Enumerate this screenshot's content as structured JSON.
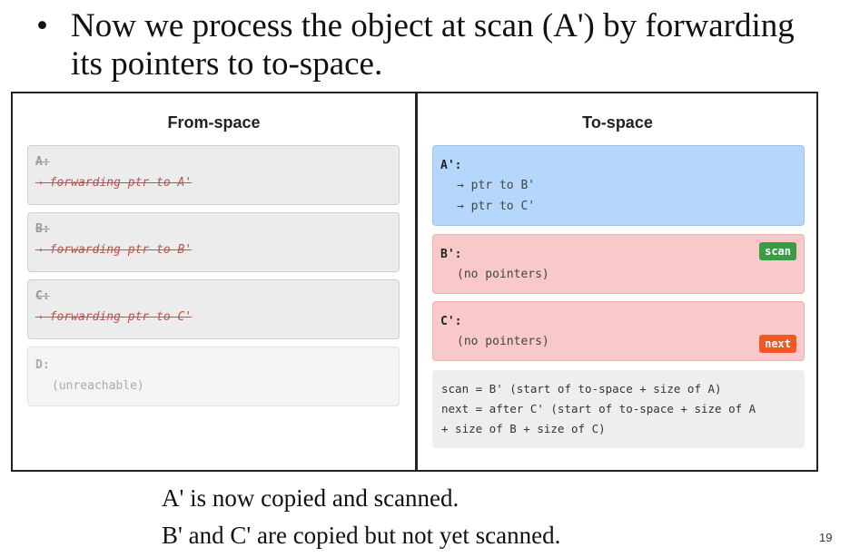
{
  "bullet": {
    "symbol": "•",
    "text": "Now we process the object at scan (A') by forwarding its pointers to to-space."
  },
  "from_space": {
    "title": "From-space",
    "boxes": [
      {
        "name": "A:",
        "forward": "→ forwarding ptr to A'"
      },
      {
        "name": "B:",
        "forward": "→ forwarding ptr to B'"
      },
      {
        "name": "C:",
        "forward": "→ forwarding ptr to C'"
      }
    ],
    "unreached": {
      "name": "D:",
      "desc": "(unreachable)"
    }
  },
  "to_space": {
    "title": "To-space",
    "a": {
      "name": "A':",
      "lines": [
        "→ ptr to B'",
        "→ ptr to C'"
      ]
    },
    "b": {
      "name": "B':",
      "desc": "(no pointers)",
      "badge": "scan"
    },
    "c": {
      "name": "C':",
      "desc": "(no pointers)",
      "badge": "next"
    },
    "info": {
      "line1": "scan = B' (start of to-space + size of A)",
      "line2": "next = after C' (start of to-space + size of A",
      "line3": "+ size of B + size of C)"
    }
  },
  "captions": {
    "line1": "A' is now copied and scanned.",
    "line2": "B' and C' are copied but not yet scanned."
  },
  "page_number": "19",
  "colors": {
    "scan_badge": "#3a9d45",
    "next_badge": "#ef5a24",
    "scanned_box": "#b5d7fb",
    "unscanned_box": "#f9c9c9",
    "forward_text": "#c0504d"
  }
}
